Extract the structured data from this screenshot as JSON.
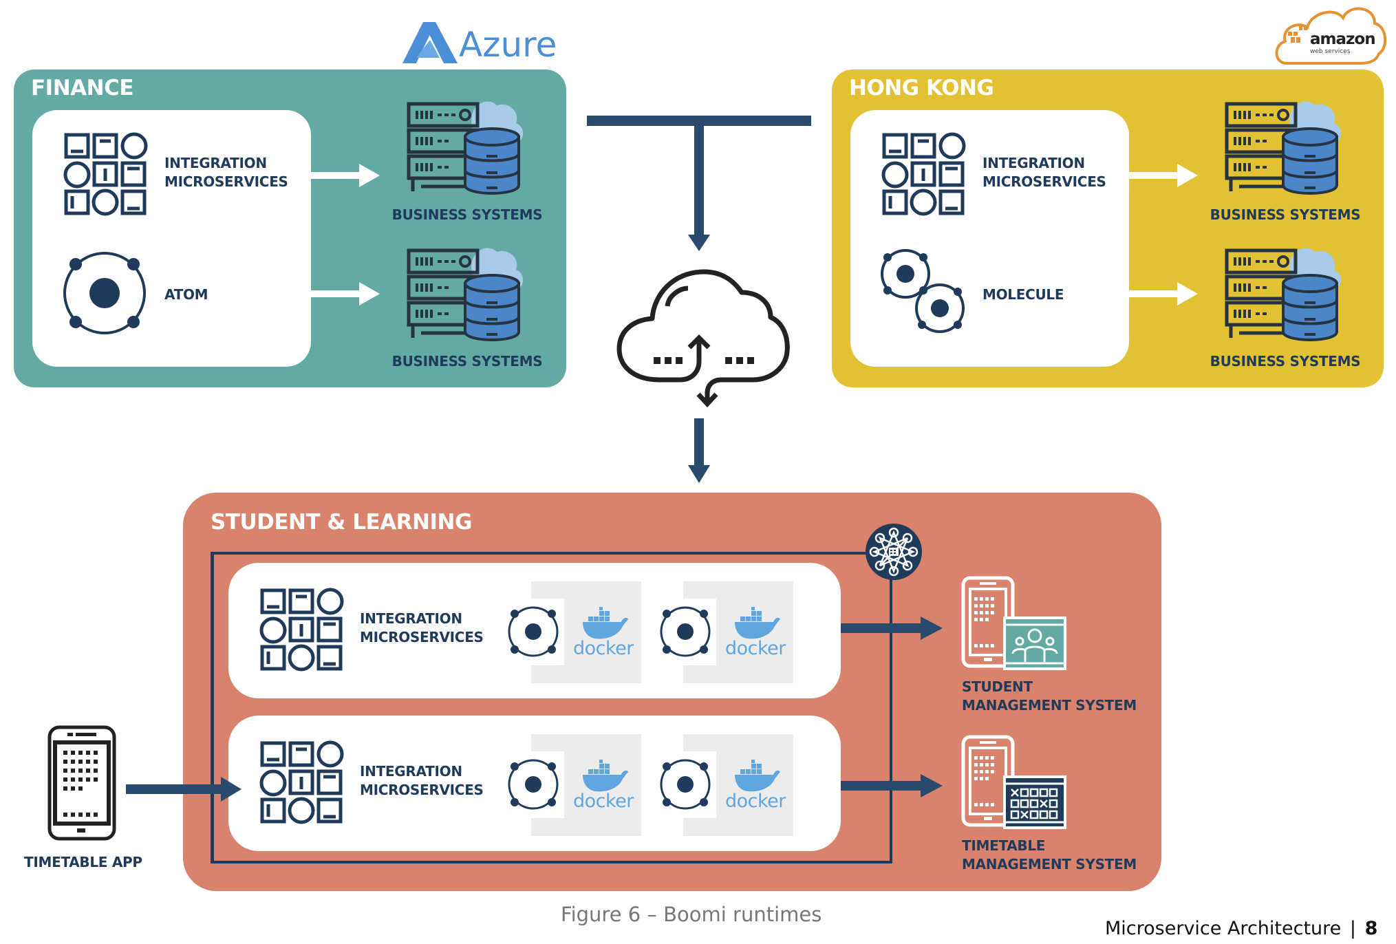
{
  "logos": {
    "azure": "Azure",
    "aws_main": "amazon",
    "aws_sub": "web services"
  },
  "regions": {
    "finance": {
      "title": "FINANCE",
      "color": "#63aaa5",
      "items": [
        {
          "label_line1": "INTEGRATION",
          "label_line2": "MICROSERVICES",
          "icon": "microservices-grid-icon"
        },
        {
          "label_line1": "ATOM",
          "label_line2": "",
          "icon": "atom-icon"
        }
      ],
      "targets": [
        "BUSINESS SYSTEMS",
        "BUSINESS SYSTEMS"
      ]
    },
    "hong_kong": {
      "title": "HONG KONG",
      "color": "#e2c233",
      "items": [
        {
          "label_line1": "INTEGRATION",
          "label_line2": "MICROSERVICES",
          "icon": "microservices-grid-icon"
        },
        {
          "label_line1": "MOLECULE",
          "label_line2": "",
          "icon": "molecule-icon"
        }
      ],
      "targets": [
        "BUSINESS SYSTEMS",
        "BUSINESS SYSTEMS"
      ]
    },
    "student_learning": {
      "title": "STUDENT & LEARNING",
      "color": "#d9826c",
      "rows": [
        {
          "label_line1": "INTEGRATION",
          "label_line2": "MICROSERVICES",
          "containers": [
            "docker",
            "docker"
          ]
        },
        {
          "label_line1": "INTEGRATION",
          "label_line2": "MICROSERVICES",
          "containers": [
            "docker",
            "docker"
          ]
        }
      ],
      "targets": [
        {
          "line1": "STUDENT",
          "line2": "MANAGEMENT SYSTEM"
        },
        {
          "line1": "TIMETABLE",
          "line2": "MANAGEMENT SYSTEM"
        }
      ]
    }
  },
  "source_app": "TIMETABLE APP",
  "caption": "Figure 6 – Boomi runtimes",
  "footer": {
    "title": "Microservice Architecture",
    "separator": "|",
    "page": "8"
  },
  "colors": {
    "navy": "#1f3a5a",
    "arrow": "#274a6d",
    "docker_blue": "#5fa5e0",
    "db_blue": "#4a86c8",
    "cloud_blue": "#a8cbe9"
  }
}
